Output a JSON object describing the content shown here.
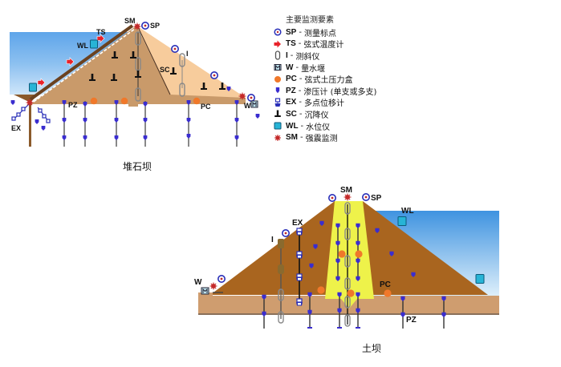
{
  "rockfill_dam": {
    "caption": "堆石坝",
    "labels": {
      "SM": "SM",
      "SP": "SP",
      "TS": "TS",
      "WL": "WL",
      "I": "I",
      "SC": "SC",
      "PZ": "PZ",
      "PC": "PC",
      "W": "W",
      "EX": "EX"
    }
  },
  "earth_dam": {
    "caption": "土坝",
    "labels": {
      "SM": "SM",
      "SP": "SP",
      "WL": "WL",
      "EX": "EX",
      "I": "I",
      "W": "W",
      "PC": "PC",
      "PZ": "PZ"
    }
  },
  "legend": {
    "title": "主要监测要素",
    "items": [
      {
        "code": "SP",
        "desc": "测量标点",
        "icon": "survey-point-icon"
      },
      {
        "code": "TS",
        "desc": "弦式温度计",
        "icon": "thermometer-arrow-icon"
      },
      {
        "code": "I",
        "desc": "测斜仪",
        "icon": "inclinometer-icon"
      },
      {
        "code": "W",
        "desc": "量水堰",
        "icon": "weir-icon"
      },
      {
        "code": "PC",
        "desc": "弦式土压力盒",
        "icon": "pressure-cell-icon"
      },
      {
        "code": "PZ",
        "desc": "渗压计 (单支或多支)",
        "icon": "piezometer-icon"
      },
      {
        "code": "EX",
        "desc": "多点位移计",
        "icon": "extensometer-icon"
      },
      {
        "code": "SC",
        "desc": "沉降仪",
        "icon": "settlement-cell-icon"
      },
      {
        "code": "WL",
        "desc": "水位仪",
        "icon": "water-level-icon"
      },
      {
        "code": "SM",
        "desc": "强震监测",
        "icon": "seismic-monitor-icon"
      }
    ]
  },
  "colors": {
    "water_top": "#4f9fe6",
    "water_bottom": "#d6ecfb",
    "rockfill_core": "#c99a6a",
    "rockfill_shell": "#f7cc9c",
    "earth_fill": "#a9651f",
    "earth_core": "#eef24a",
    "foundation": "#cf9d6f",
    "piezometer": "#3a2dcf",
    "pressure_cell": "#f0782a",
    "seismic": "#c42a2a",
    "thermometer": "#e8222a",
    "water_level": "#27b4d6"
  }
}
